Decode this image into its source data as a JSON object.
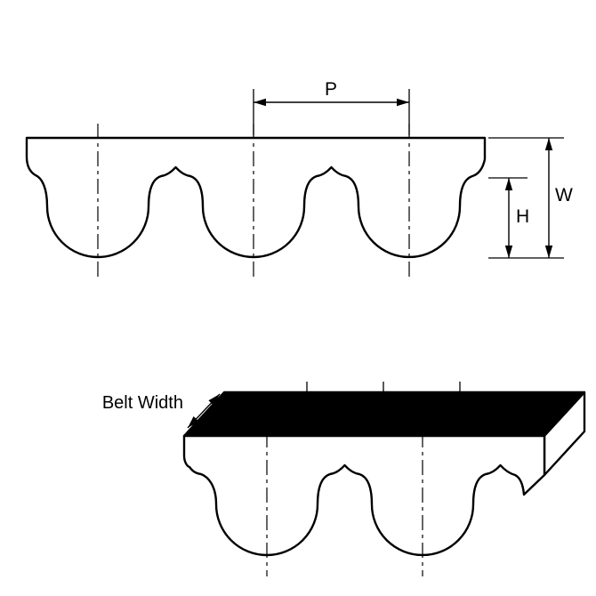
{
  "diagram": {
    "labels": {
      "pitch": "P",
      "belt_height": "W",
      "tooth_height": "H",
      "belt_width": "Belt Width"
    },
    "colors": {
      "line": "#000000",
      "belt_fill": "#ffffff",
      "top_surface": "#000000"
    }
  }
}
